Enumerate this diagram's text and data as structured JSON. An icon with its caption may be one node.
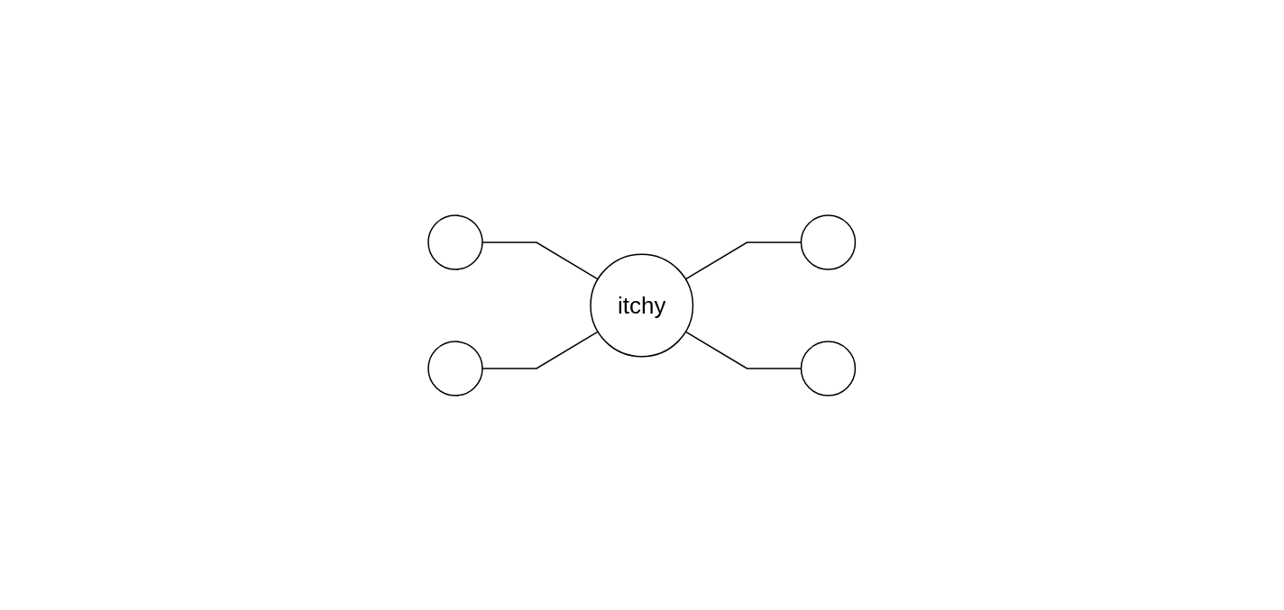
{
  "diagram": {
    "nodes": [
      {
        "text": [],
        "shape": "ellipse"
      },
      {
        "text": [],
        "shape": "ellipse"
      },
      {
        "text": [
          "itchy"
        ]
      },
      {
        "text": [],
        "shape": "ellipse"
      },
      {
        "text": [],
        "shape": "ellipse"
      }
    ],
    "edges": [
      {
        "from": 0,
        "to": 2,
        "arrow": "none"
      },
      {
        "from": 2,
        "to": 1,
        "arrow": "none"
      },
      {
        "from": 3,
        "to": 2,
        "arrow": "none"
      },
      {
        "from": 2,
        "to": 4,
        "arrow": "none"
      }
    ]
  }
}
